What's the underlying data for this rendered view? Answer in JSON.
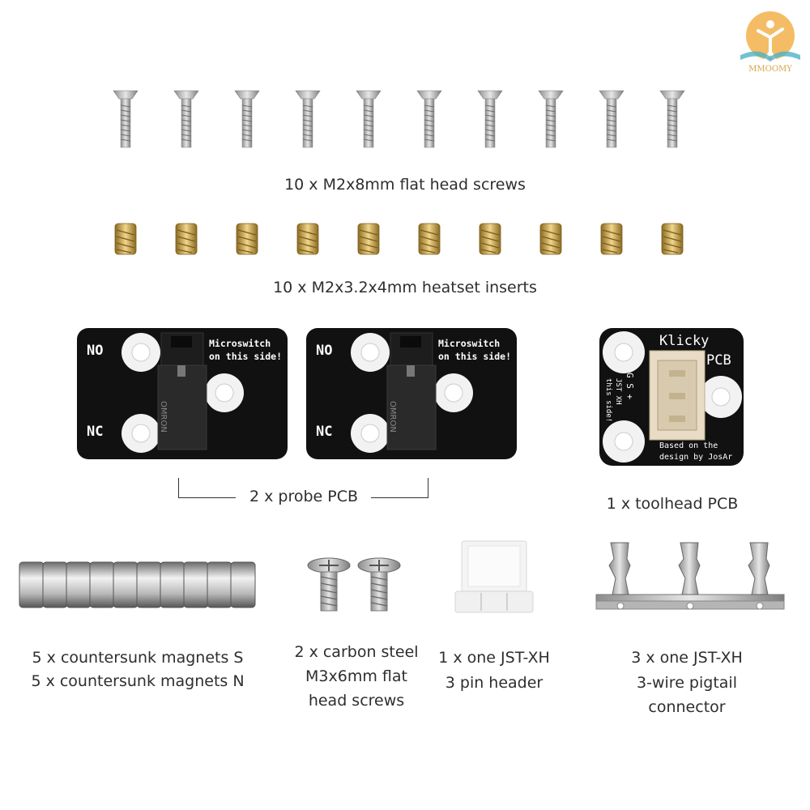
{
  "watermark": {
    "brand": "MMOOMY"
  },
  "captions": {
    "screws": "10 x M2x8mm flat head screws",
    "inserts": "10 x M2x3.2x4mm heatset inserts",
    "probe_pcb": "2 x probe PCB",
    "toolhead_pcb": "1 x toolhead PCB",
    "magnets_line1": "5 x countersunk magnets S",
    "magnets_line2": "5 x countersunk magnets N",
    "carbon_line1": "2 x carbon steel",
    "carbon_line2": "M3x6mm flat",
    "carbon_line3": "head screws",
    "header_line1": "1 x one JST-XH",
    "header_line2": "3 pin header",
    "pigtail_line1": "3 x one JST-XH",
    "pigtail_line2": "3-wire pigtail",
    "pigtail_line3": "connector"
  },
  "probe_board": {
    "no_label": "NO",
    "nc_label": "NC",
    "note_line1": "Microswitch",
    "note_line2": "on this side!",
    "switch_brand": "OMRON"
  },
  "toolhead_board": {
    "title_line1": "Klicky",
    "title_line2": "PCB",
    "pins": "G S +",
    "side_line1": "JST XH",
    "side_line2": "this side!",
    "credit_line1": "Based on the",
    "credit_line2": "design by JosAr"
  },
  "colors": {
    "pcb": "#111111",
    "pad": "#f2f2f2",
    "brass": "#c9a54a",
    "steel": "#bfbfbf",
    "connector": "#e8dcc6"
  }
}
